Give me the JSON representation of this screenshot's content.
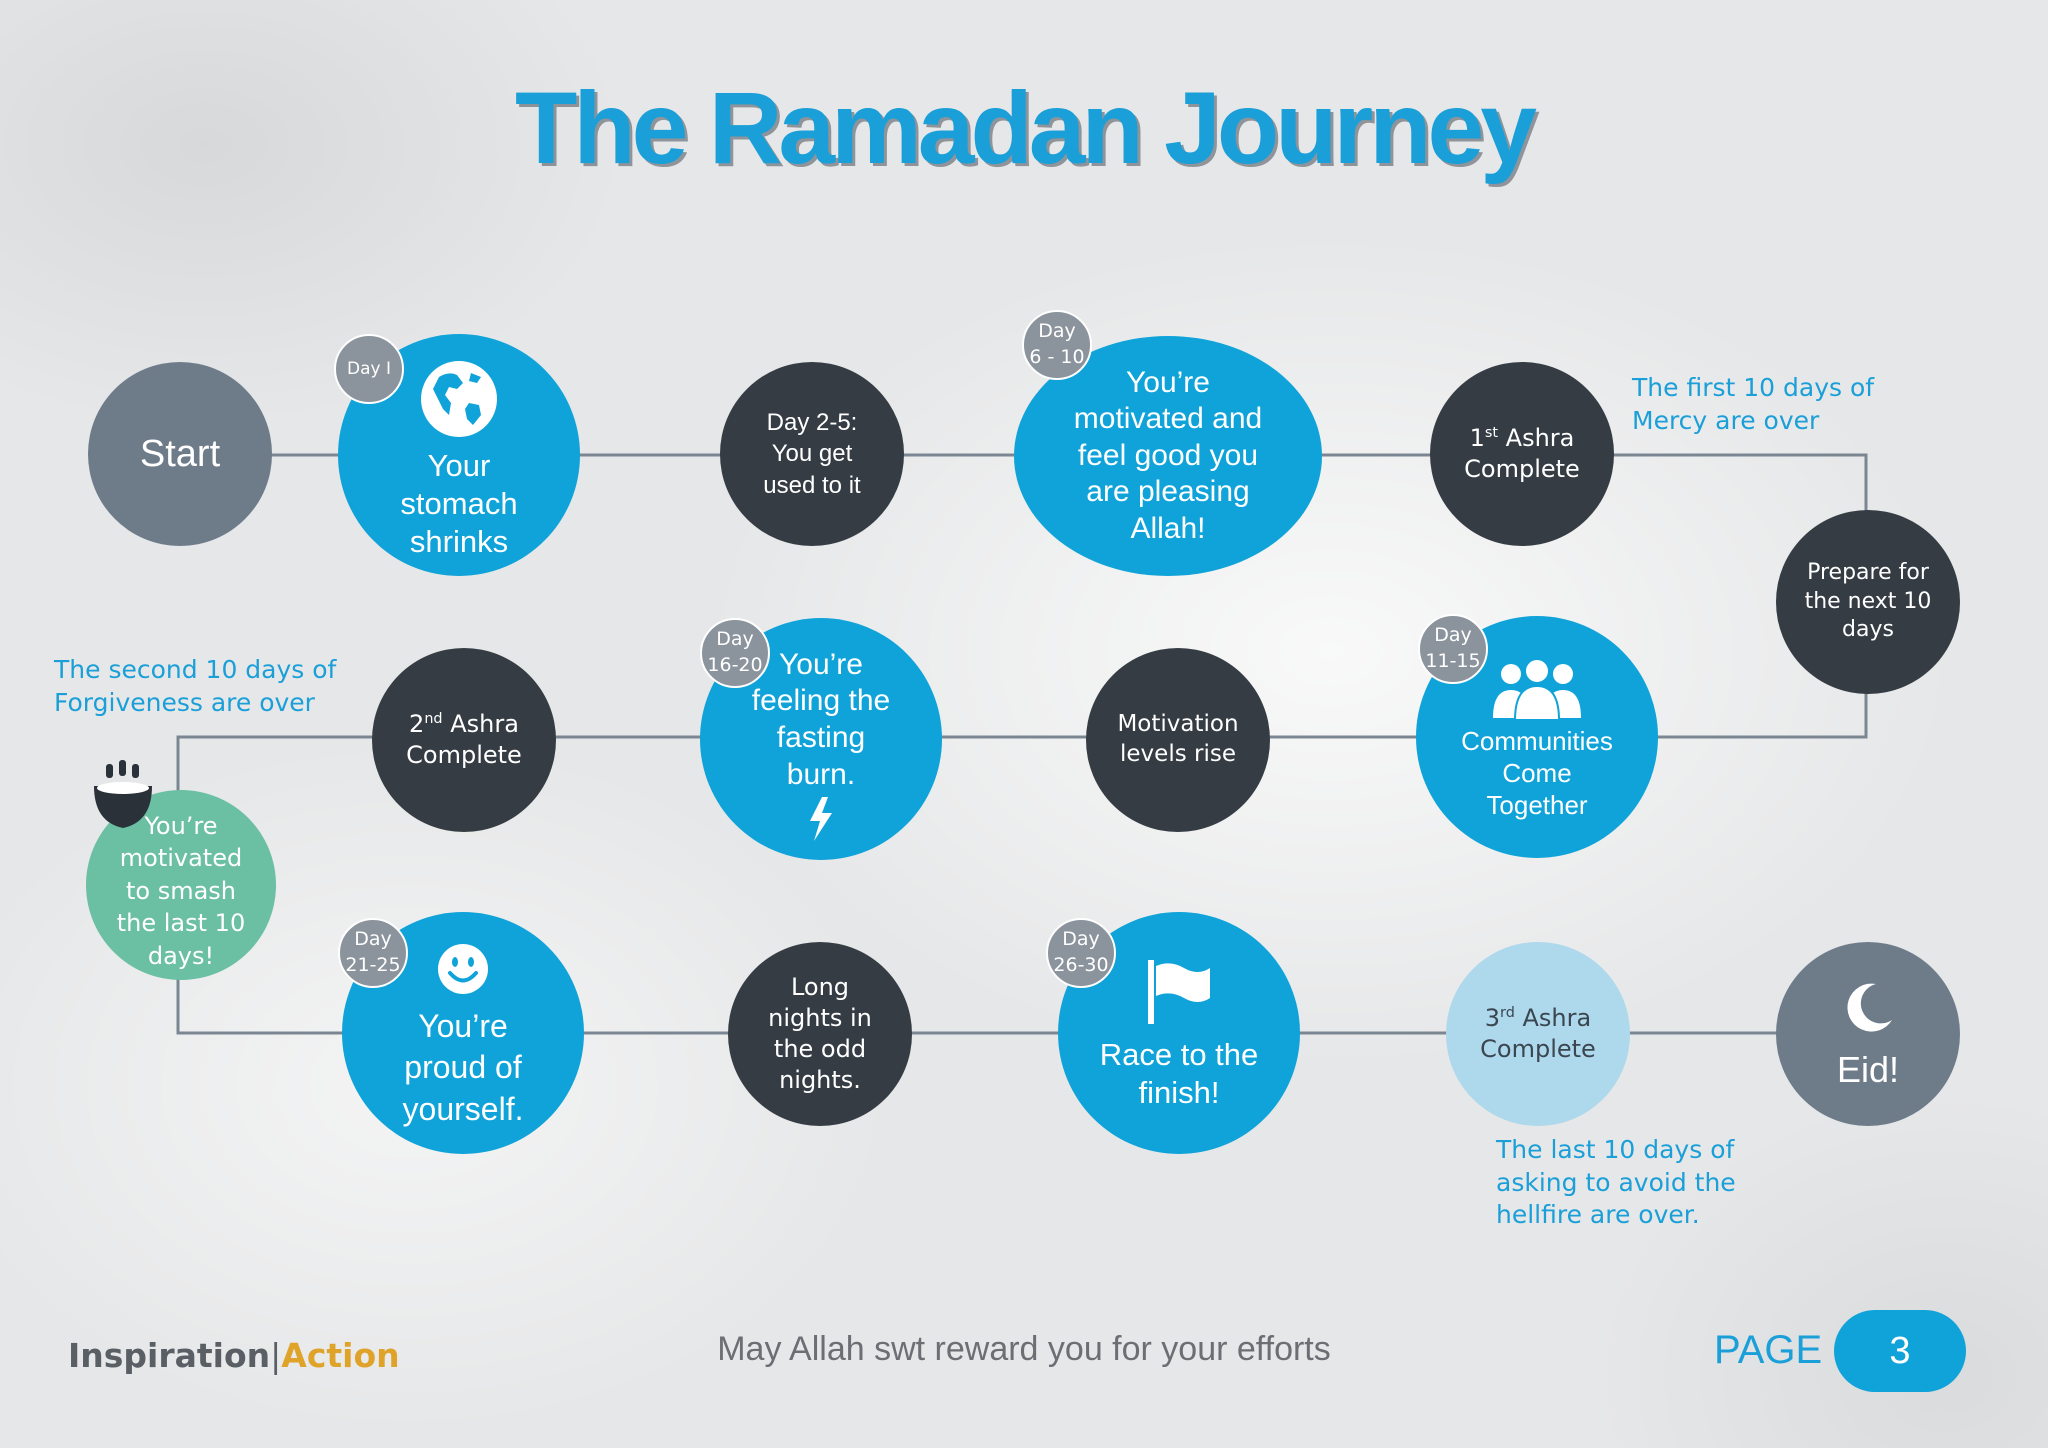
{
  "title": "The Ramadan Journey",
  "colors": {
    "blue": "#0fa3d9",
    "dark": "#353c44",
    "grey": "#6e7b89",
    "teal": "#6bbfa3",
    "pale": "#aed8ec",
    "accent_text": "#1a9fd8",
    "gold": "#e0a32a"
  },
  "nodes": {
    "start": {
      "label": "Start"
    },
    "stomach": {
      "badge": "Day I",
      "lines": [
        "Your",
        "stomach",
        "shrinks"
      ],
      "icon": "globe-icon"
    },
    "day25": {
      "lines": [
        "Day 2-5:",
        "You get",
        "used to it"
      ]
    },
    "motivated": {
      "badge_l1": "Day",
      "badge_l2": "6 - 10",
      "lines": [
        "You’re",
        "motivated and",
        "feel good you",
        "are pleasing",
        "Allah!"
      ]
    },
    "ashra1": {
      "num": "1",
      "sup": "st",
      "word": "Ashra",
      "line2": "Complete"
    },
    "prepare": {
      "lines": [
        "Prepare for",
        "the next 10",
        "days"
      ]
    },
    "communities": {
      "badge_l1": "Day",
      "badge_l2": "11-15",
      "lines": [
        "Communities",
        "Come",
        "Together"
      ],
      "icon": "group-icon"
    },
    "motivation_rise": {
      "lines": [
        "Motivation",
        "levels rise"
      ]
    },
    "fasting_burn": {
      "badge_l1": "Day",
      "badge_l2": "16-20",
      "lines": [
        "You’re",
        "feeling the",
        "fasting",
        "burn."
      ],
      "icon": "lightning-icon"
    },
    "ashra2": {
      "num": "2",
      "sup": "nd",
      "word": "Ashra",
      "line2": "Complete"
    },
    "smash": {
      "lines": [
        "You’re",
        "motivated",
        "to smash",
        "the last 10",
        "days!"
      ],
      "icon": "bowl-icon"
    },
    "proud": {
      "badge_l1": "Day",
      "badge_l2": "21-25",
      "lines": [
        "You’re",
        "proud of",
        "yourself."
      ],
      "icon": "smiley-icon"
    },
    "long_nights": {
      "lines": [
        "Long",
        "nights in",
        "the odd",
        "nights."
      ]
    },
    "race": {
      "badge_l1": "Day",
      "badge_l2": "26-30",
      "lines": [
        "Race to the",
        "finish!"
      ],
      "icon": "flag-icon"
    },
    "ashra3": {
      "num": "3",
      "sup": "rd",
      "word": "Ashra",
      "line2": "Complete"
    },
    "eid": {
      "label": "Eid!",
      "icon": "crescent-moon-icon"
    }
  },
  "notes": {
    "mercy": [
      "The first 10 days of",
      "Mercy are over"
    ],
    "forgiveness": [
      "The second 10 days of",
      "Forgiveness are over"
    ],
    "hellfire": [
      "The last 10 days of",
      "asking to avoid the",
      "hellfire are over."
    ]
  },
  "footer": {
    "brand_part1": "Inspiration",
    "brand_sep": "|",
    "brand_part2": "Action",
    "tagline": "May Allah swt reward you for your efforts",
    "page_label": "PAGE",
    "page_number": "3"
  }
}
